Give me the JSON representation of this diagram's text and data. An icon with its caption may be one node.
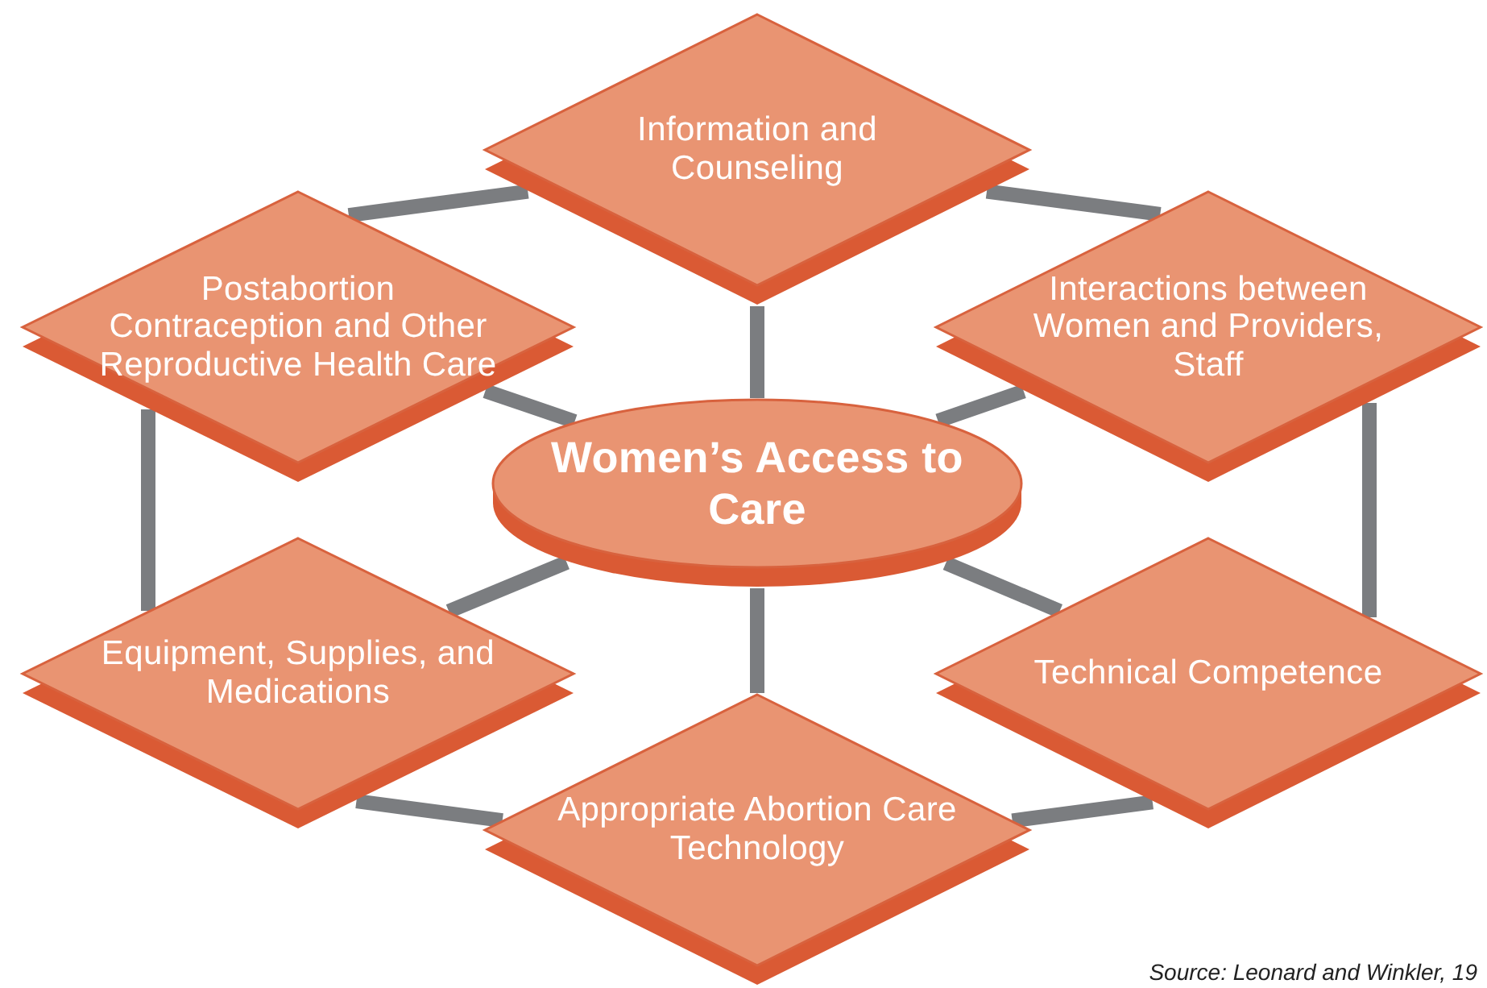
{
  "diagram": {
    "nodes": [
      {
        "text": [
          "Information and Counseling"
        ]
      },
      {
        "text": [
          "Postabortion Contraception and Other Reproductive Health Care"
        ]
      },
      {
        "text": [
          "Interactions between Women and Providers, Staff"
        ]
      },
      {
        "text": [
          "Women’s Access to Care"
        ]
      },
      {
        "text": [
          "Equipment, Supplies, and Medications"
        ]
      },
      {
        "text": [
          "Technical Competence"
        ]
      },
      {
        "text": [
          "Appropriate Abortion Care Technology"
        ]
      }
    ],
    "edges": [
      {
        "from": 0,
        "to": 2,
        "arrow": "none"
      },
      {
        "from": 2,
        "to": 5,
        "arrow": "none"
      },
      {
        "from": 5,
        "to": 6,
        "arrow": "none"
      },
      {
        "from": 6,
        "to": 4,
        "arrow": "none"
      },
      {
        "from": 4,
        "to": 1,
        "arrow": "none"
      },
      {
        "from": 1,
        "to": 0,
        "arrow": "none"
      },
      {
        "from": 3,
        "to": 0,
        "arrow": "none"
      },
      {
        "from": 3,
        "to": 2,
        "arrow": "none"
      },
      {
        "from": 3,
        "to": 5,
        "arrow": "none"
      },
      {
        "from": 3,
        "to": 6,
        "arrow": "none"
      },
      {
        "from": 3,
        "to": 4,
        "arrow": "none"
      },
      {
        "from": 3,
        "to": 1,
        "arrow": "none"
      }
    ],
    "labels": [
      "Source: Leonard and Winkler, 19"
    ]
  }
}
